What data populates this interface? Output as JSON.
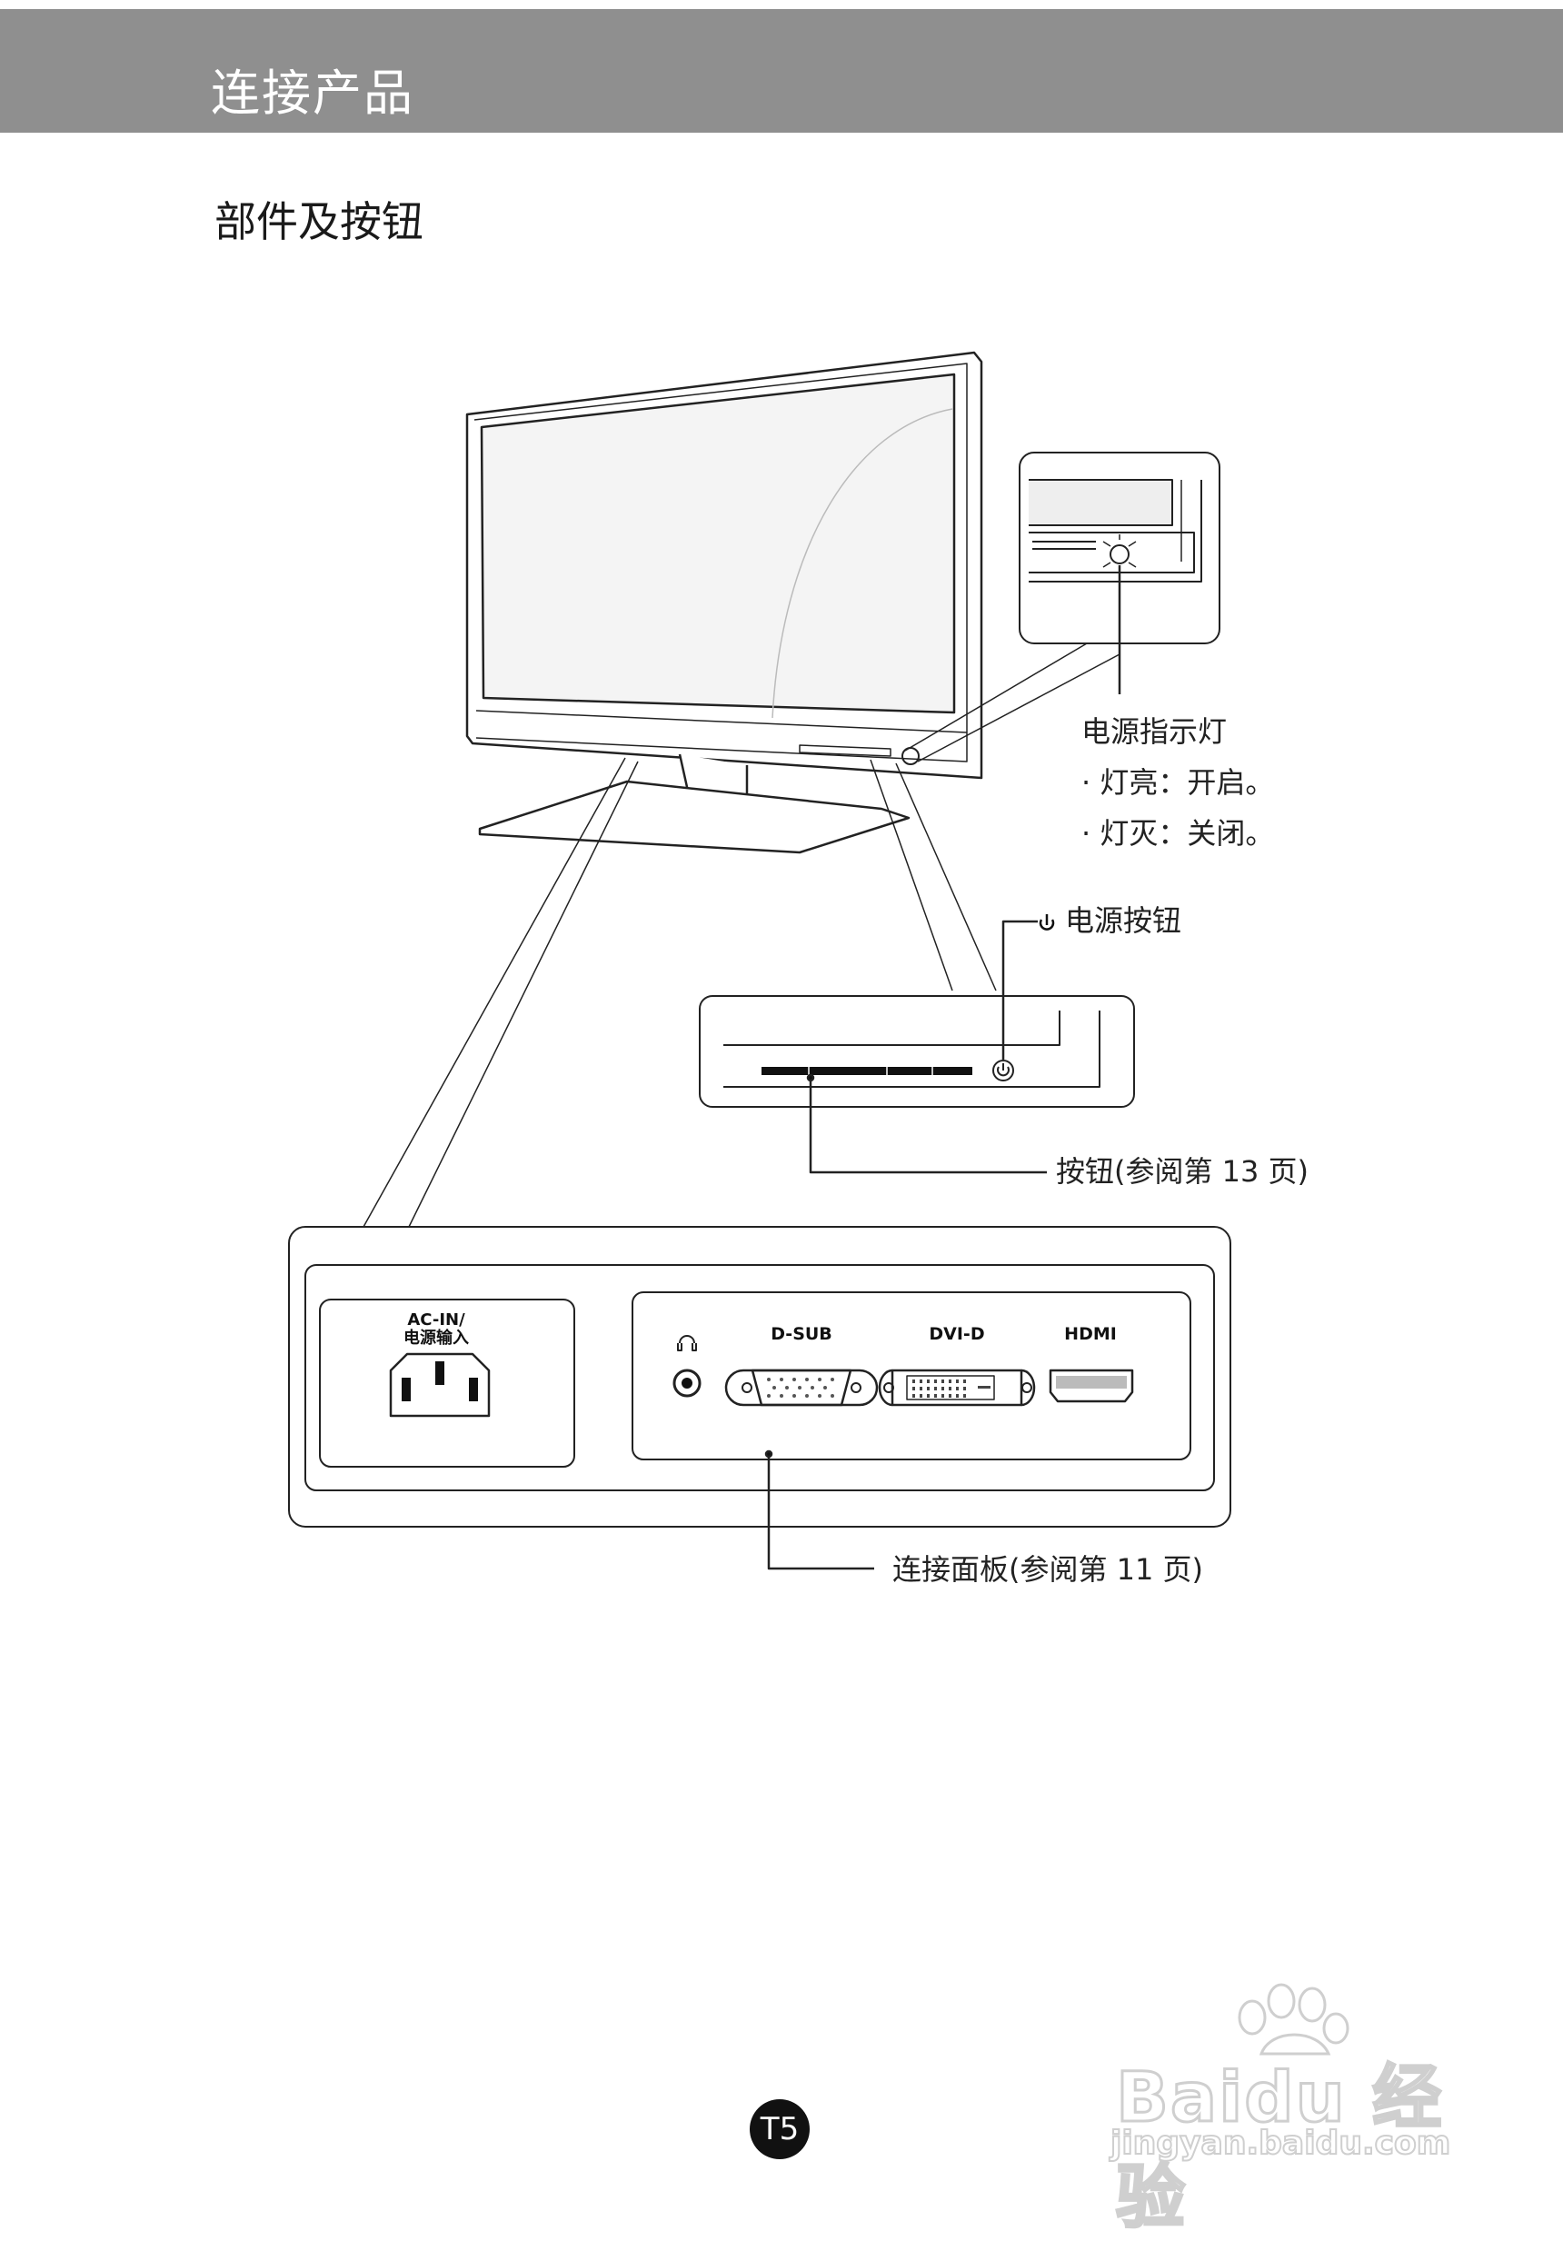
{
  "header": {
    "title": "连接产品"
  },
  "section": {
    "title": "部件及按钮"
  },
  "labels": {
    "power_indicator": "电源指示灯",
    "indicator_on": "· 灯亮：开启。",
    "indicator_off": "· 灯灭：关闭。",
    "power_button": "电源按钮",
    "buttons_ref": "按钮(参阅第 13 页)",
    "connection_panel_ref": "连接面板(参阅第 11 页)"
  },
  "ports": {
    "ac_in_line1": "AC-IN/",
    "ac_in_line2": "电源输入",
    "dsub": "D-SUB",
    "dvid": "DVI-D",
    "hdmi": "HDMI"
  },
  "icons": [
    "power-icon",
    "headphone-icon"
  ],
  "page": {
    "number": "T5"
  },
  "watermark": {
    "brand": "Baidu 经验",
    "url": "jingyan.baidu.com"
  }
}
